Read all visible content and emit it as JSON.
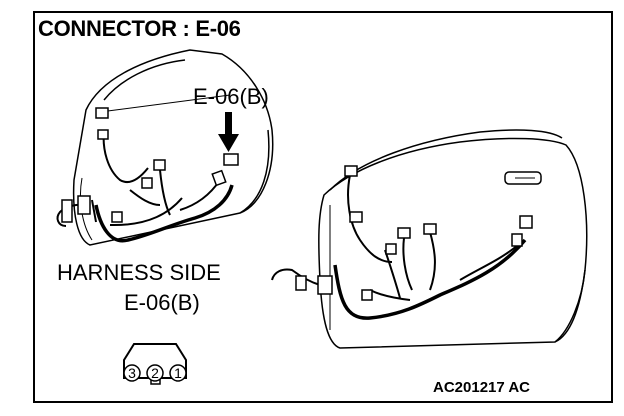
{
  "title": "CONNECTOR : E-06",
  "callout_label": "E-06(B)",
  "harness_side_label": "HARNESS SIDE",
  "harness_connector_code": "E-06(B)",
  "connector_pins": [
    "3",
    "2",
    "1"
  ],
  "figure_id": "AC201217 AC",
  "colors": {
    "line": "#000000",
    "background": "#ffffff"
  }
}
